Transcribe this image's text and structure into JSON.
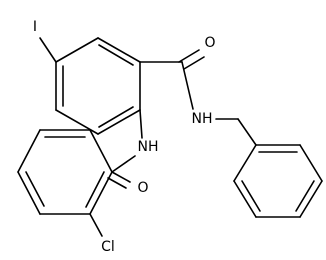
{
  "molecule": {
    "atoms": {
      "iodine": "I",
      "carbonyl_oxygen_top": "O",
      "amide_nh_top": "NH",
      "amide_nh_middle": "NH",
      "carbonyl_oxygen_bottom": "O",
      "chlorine": "Cl"
    }
  }
}
